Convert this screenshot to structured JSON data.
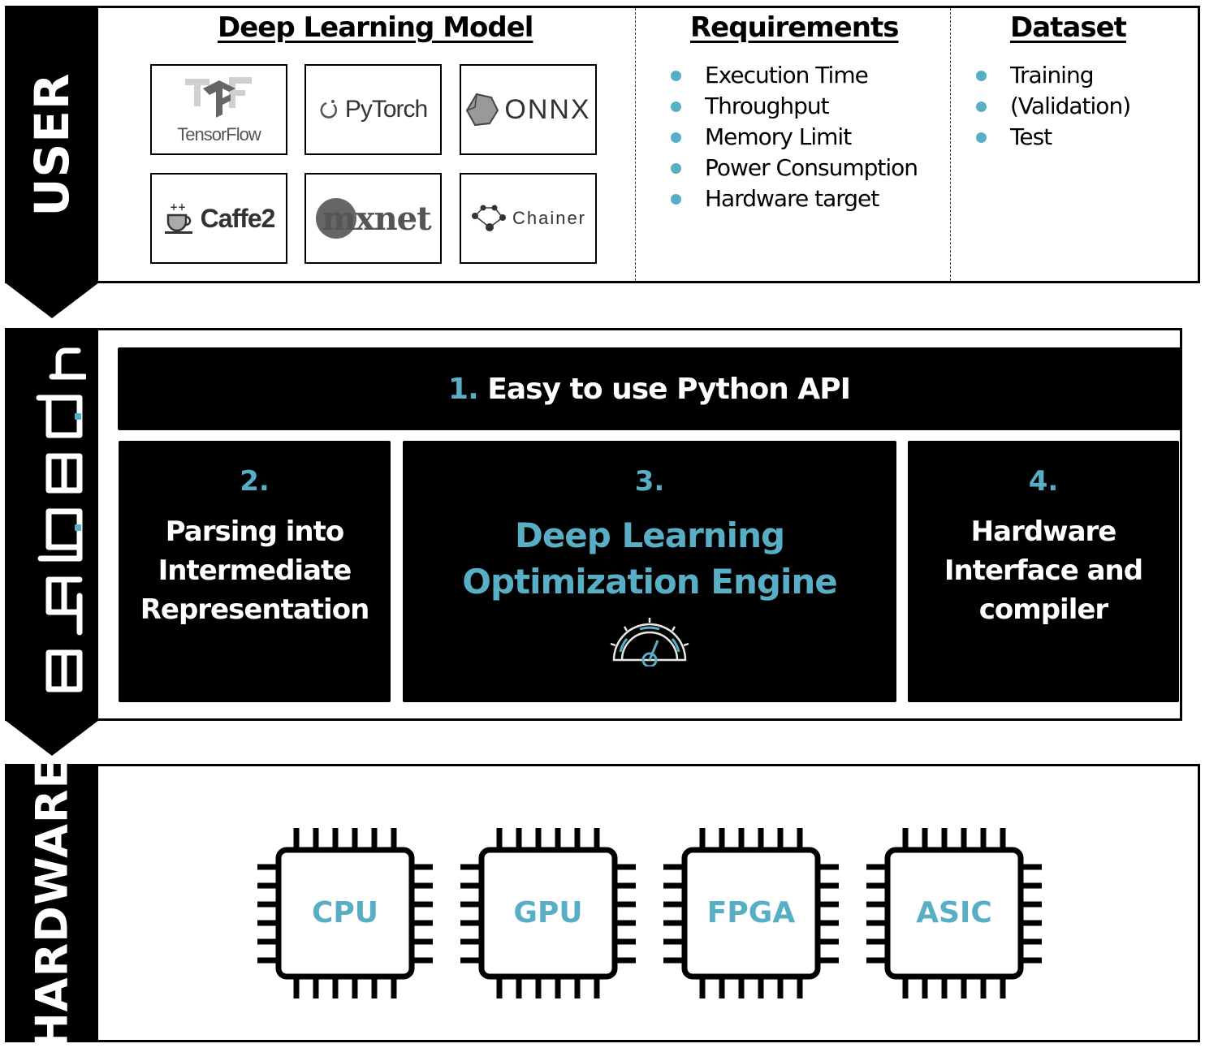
{
  "colors": {
    "accent": "#58AFC5",
    "band": "#000000",
    "text": "#000000",
    "inverse_text": "#FFFFFF"
  },
  "user": {
    "band_label": "USER",
    "deep_learning_model": {
      "title": "Deep Learning Model",
      "frameworks": [
        {
          "name": "TensorFlow",
          "icon": "tensorflow-logo"
        },
        {
          "name": "PyTorch",
          "icon": "pytorch-logo"
        },
        {
          "name": "ONNX",
          "icon": "onnx-logo"
        },
        {
          "name": "Caffe2",
          "icon": "caffe2-logo"
        },
        {
          "name": "mxnet",
          "icon": "mxnet-logo"
        },
        {
          "name": "Chainer",
          "icon": "chainer-logo"
        }
      ]
    },
    "requirements": {
      "title": "Requirements",
      "items": [
        "Execution Time",
        "Throughput",
        "Memory Limit",
        "Power Consumption",
        "Hardware target"
      ]
    },
    "dataset": {
      "title": "Dataset",
      "items": [
        "Training",
        "(Validation)",
        "Test"
      ]
    }
  },
  "embedl": {
    "band_label": "embedl",
    "blocks": [
      {
        "number": "1.",
        "text": "Easy to use Python API"
      },
      {
        "number": "2.",
        "lines": [
          "Parsing into",
          "Intermediate",
          "Representation"
        ]
      },
      {
        "number": "3.",
        "lines": [
          "Deep Learning",
          "Optimization Engine"
        ],
        "icon": "speedometer-icon"
      },
      {
        "number": "4.",
        "lines": [
          "Hardware",
          "Interface and",
          "compiler"
        ]
      }
    ]
  },
  "hardware": {
    "band_label": "HARDWARE",
    "chips": [
      {
        "label": "CPU",
        "icon": "chip-icon"
      },
      {
        "label": "GPU",
        "icon": "chip-icon"
      },
      {
        "label": "FPGA",
        "icon": "chip-icon"
      },
      {
        "label": "ASIC",
        "icon": "chip-icon"
      }
    ]
  }
}
